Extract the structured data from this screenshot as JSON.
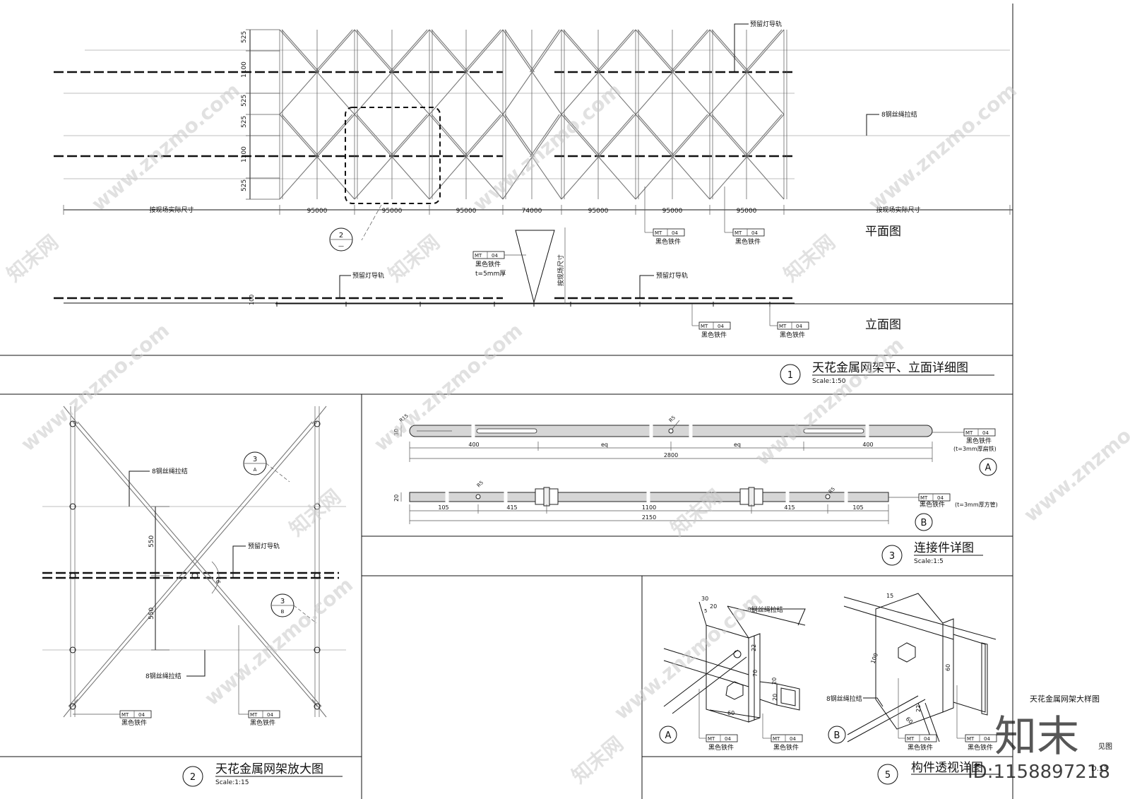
{
  "plan": {
    "plan_title": "平面图",
    "elev_title": "立面图",
    "label_rail": "预留灯导轨",
    "label_rope": "8钢丝绳拉结",
    "dim_field": "按现场实际尺寸",
    "dims": [
      "95000",
      "95000",
      "95000",
      "74000",
      "95000",
      "95000",
      "95000"
    ],
    "vdims": [
      "525",
      "1100",
      "525",
      "525",
      "1100",
      "525"
    ],
    "elev_vdim": "按现场尺寸",
    "elev_small": "100",
    "callout_num": "2",
    "callout_sub": "—"
  },
  "tag": {
    "code": "MT",
    "num": "04",
    "label": "黑色铁件"
  },
  "tag_extra": {
    "t5": "t=5mm厚",
    "a": "(t=3mm厚扁铁)",
    "b": "(t=3mm厚方管)"
  },
  "sec1": {
    "num": "1",
    "title": "天花金属网架平、立面详细图",
    "scale": "Scale:1:50"
  },
  "sec2": {
    "num": "2",
    "title": "天花金属网架放大图",
    "scale": "Scale:1:15",
    "rope": "8钢丝绳拉结",
    "rail": "预留灯导轨",
    "d550a": "550",
    "d550b": "550",
    "d91": "91",
    "c3": "3",
    "cA": "A",
    "cB": "B"
  },
  "sec3": {
    "num": "3",
    "title": "连接件详图",
    "scale": "Scale:1:5",
    "a_dims": [
      "400",
      "eq",
      "eq",
      "400"
    ],
    "a_total": "2800",
    "a_h": "30",
    "a_r": "R15",
    "a_r5": "R5",
    "b_dims": [
      "105",
      "415",
      "1100",
      "415",
      "105"
    ],
    "b_total": "2150",
    "b_h": "20",
    "b_r5a": "R5",
    "b_r5b": "R5",
    "labelA": "A",
    "labelB": "B"
  },
  "sec5": {
    "num": "5",
    "title": "构件透视详图",
    "rope": "8钢丝绳拉结",
    "a_dims": [
      "30",
      "20",
      "5",
      "22",
      "70",
      "20",
      "20",
      "60"
    ],
    "b_dims": [
      "15",
      "100",
      "60",
      "60",
      "22"
    ],
    "labelA": "A",
    "labelB": "B"
  },
  "side": {
    "note": "天花金属网架大样图",
    "note2": "见图",
    "code": "D.13"
  },
  "watermark": {
    "text": "www.znzmo.com",
    "brand": "知末网",
    "logo": "知末",
    "id": "ID:1158897218"
  }
}
